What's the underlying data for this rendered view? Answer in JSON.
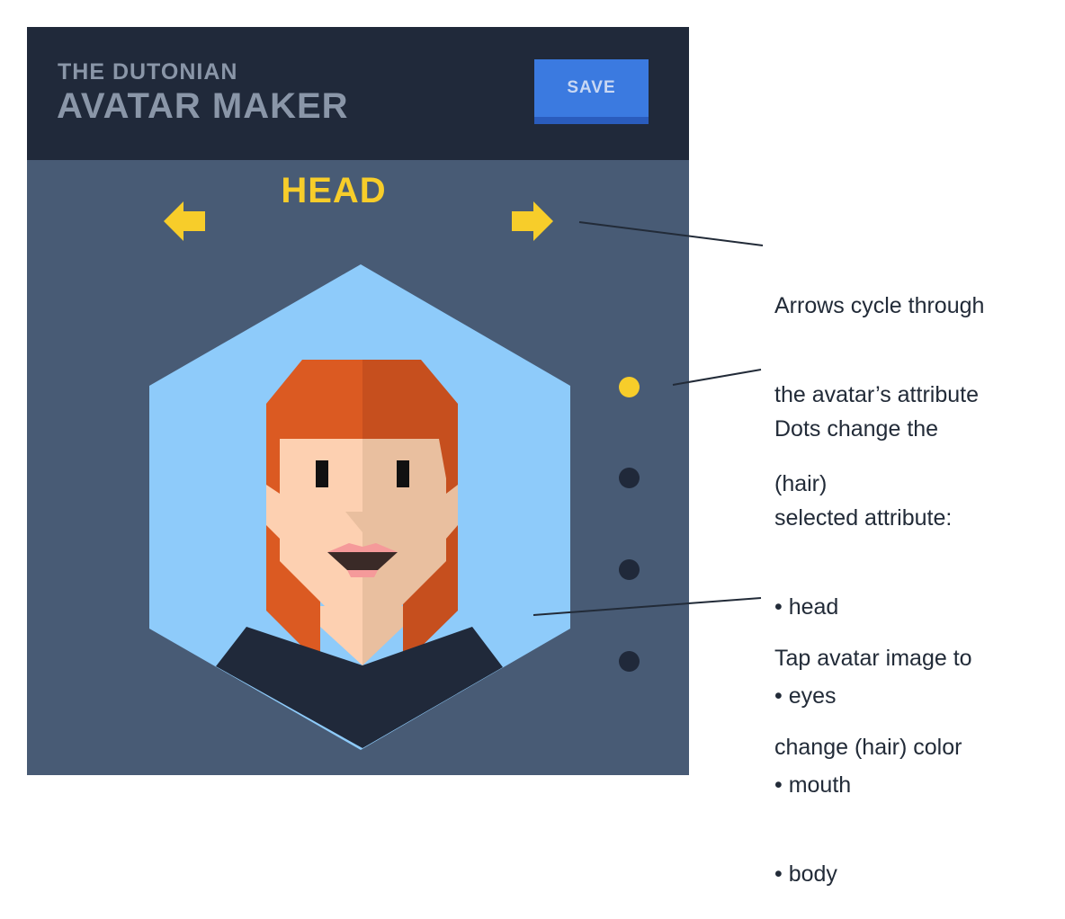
{
  "header": {
    "subtitle": "THE DUTONIAN",
    "title": "AVATAR MAKER",
    "save_label": "SAVE"
  },
  "attribute_selector": {
    "label": "HEAD",
    "prev_icon": "arrow-left-icon",
    "next_icon": "arrow-right-icon",
    "dots": [
      {
        "name": "head",
        "active": true
      },
      {
        "name": "eyes",
        "active": false
      },
      {
        "name": "mouth",
        "active": false
      },
      {
        "name": "body",
        "active": false
      }
    ]
  },
  "avatar": {
    "hair_color": "#db5a22",
    "hair_shadow": "#c64f1e",
    "skin": "#fdd0b1",
    "skin_shadow": "#e9bf9f",
    "shirt": "#20293a",
    "background": "#8ecbfa"
  },
  "annotations": {
    "arrows": [
      "Arrows cycle through",
      "the avatar’s attribute",
      "(hair)"
    ],
    "dots": [
      "Dots change the",
      "selected attribute:",
      "• head",
      "• eyes",
      "• mouth",
      "• body"
    ],
    "tap": [
      "Tap avatar image to",
      "change (hair) color"
    ]
  },
  "colors": {
    "header_bg": "#20293a",
    "panel_bg": "#485b75",
    "accent_yellow": "#f7cd2a",
    "button_blue": "#3b7ae0",
    "dot_inactive": "#20293a"
  }
}
